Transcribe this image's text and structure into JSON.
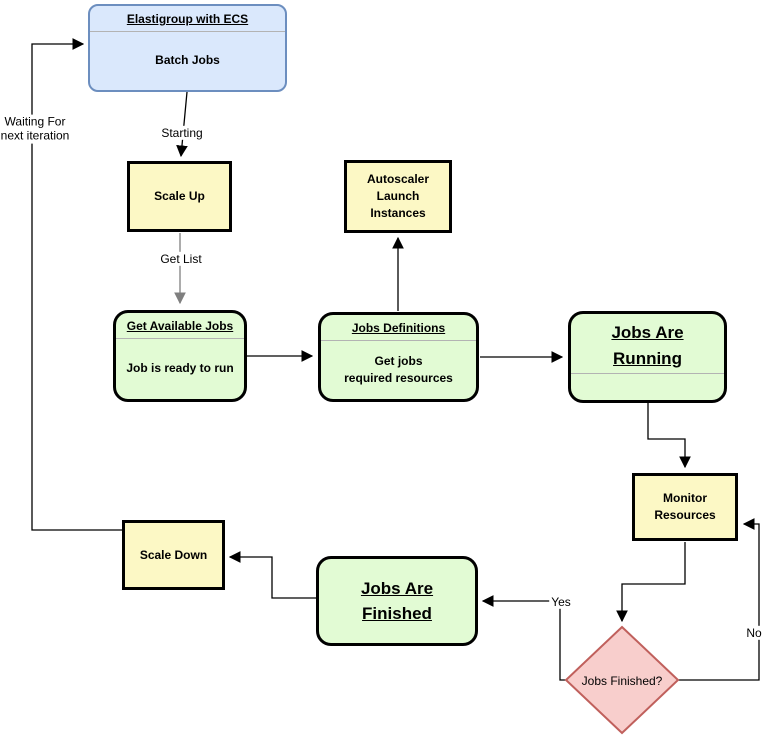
{
  "diagram": {
    "title_node": {
      "title": "Elastigroup with ECS",
      "body": "Batch Jobs"
    },
    "nodes": {
      "scale_up": {
        "label": "Scale Up"
      },
      "autoscaler": {
        "label": "Autoscaler\nLaunch\nInstances"
      },
      "get_available_jobs": {
        "title": "Get Available Jobs",
        "body": "Job is ready to run"
      },
      "jobs_definitions": {
        "title": "Jobs Definitions",
        "body": "Get jobs\nrequired resources"
      },
      "jobs_running": {
        "title": "Jobs Are\nRunning",
        "body": ""
      },
      "monitor_resources": {
        "label": "Monitor\nResources"
      },
      "jobs_finished_decision": {
        "label": "Jobs Finished?"
      },
      "jobs_finished": {
        "label": "Jobs Are\nFinished"
      },
      "scale_down": {
        "label": "Scale Down"
      }
    },
    "edge_labels": {
      "starting": "Starting",
      "get_list": "Get List",
      "yes": "Yes",
      "no": "No",
      "waiting": "Waiting For\nnext iteration"
    },
    "colors": {
      "blue_fill": "#DAE8FC",
      "blue_border": "#6C8EBF",
      "yellow_fill": "#FCF8C5",
      "green_fill": "#E2FBD4",
      "pink_fill": "#F8CECC",
      "pink_border": "#C0605C",
      "edge_black": "#000000",
      "edge_gray": "#7F7F7F",
      "divider_gray": "#B3B3B3"
    }
  }
}
